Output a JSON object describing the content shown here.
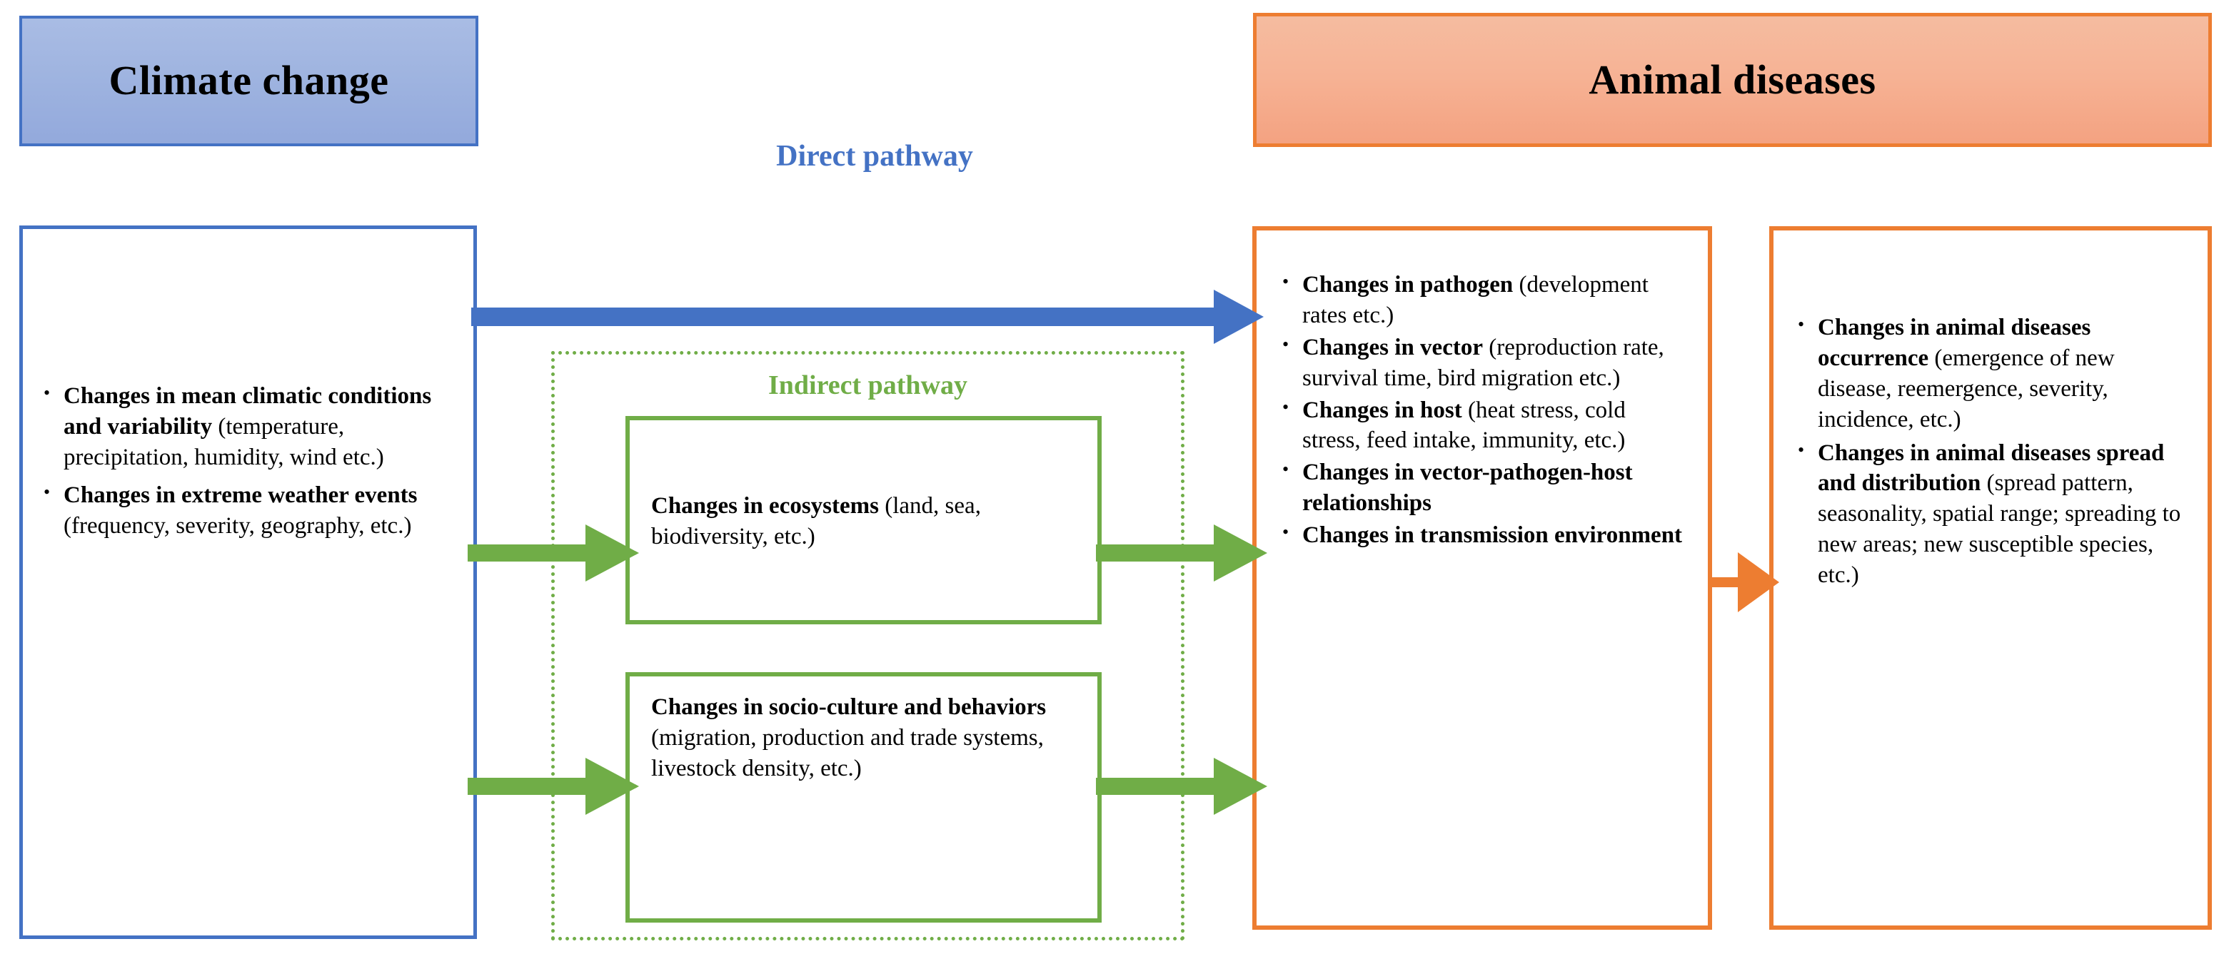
{
  "diagram": {
    "title_left": "Climate change",
    "title_right": "Animal diseases",
    "direct_pathway_label": "Direct pathway",
    "indirect_pathway_label": "Indirect pathway",
    "colors": {
      "blue_border": "#4472C4",
      "blue_fill": "#A9BCE4",
      "orange_border": "#ED7D31",
      "orange_fill": "#F6B294",
      "green": "#70AD47",
      "text": "#000000"
    }
  },
  "climate_drivers": [
    {
      "bold": "Changes in mean climatic conditions and variability",
      "rest": " (temperature, precipitation, humidity, wind etc.)"
    },
    {
      "bold": "Changes in extreme weather events",
      "rest": " (frequency, severity, geography, etc.)"
    }
  ],
  "indirect_boxes": [
    {
      "bold": "Changes in ecosystems",
      "rest": " (land, sea, biodiversity, etc.)"
    },
    {
      "bold": "Changes in socio-culture and behaviors",
      "rest": " (migration, production and trade systems, livestock density, etc.)"
    }
  ],
  "pathogen_effects": [
    {
      "bold": "Changes in pathogen",
      "rest": " (development rates etc.)"
    },
    {
      "bold": "Changes in vector",
      "rest": " (reproduction rate, survival time, bird migration etc.)"
    },
    {
      "bold": "Changes in host",
      "rest": " (heat stress, cold stress, feed intake, immunity, etc.)"
    },
    {
      "bold": "Changes in vector-pathogen-host relationships",
      "rest": ""
    },
    {
      "bold": "Changes in transmission environment",
      "rest": ""
    }
  ],
  "disease_outcomes": [
    {
      "bold": "Changes in animal diseases occurrence",
      "rest": " (emergence of new disease, reemergence, severity, incidence, etc.)"
    },
    {
      "bold": "Changes in animal diseases spread and distribution",
      "rest": " (spread pattern, seasonality, spatial range; spreading to new areas; new susceptible species, etc.)"
    }
  ],
  "arrows": [
    {
      "name": "direct-pathway-arrow",
      "color": "#4472C4"
    },
    {
      "name": "climate-to-ecosystems-arrow",
      "color": "#70AD47"
    },
    {
      "name": "climate-to-socioculture-arrow",
      "color": "#70AD47"
    },
    {
      "name": "ecosystems-to-pathogen-arrow",
      "color": "#70AD47"
    },
    {
      "name": "socioculture-to-pathogen-arrow",
      "color": "#70AD47"
    },
    {
      "name": "pathogen-to-outcome-arrow",
      "color": "#ED7D31"
    }
  ]
}
